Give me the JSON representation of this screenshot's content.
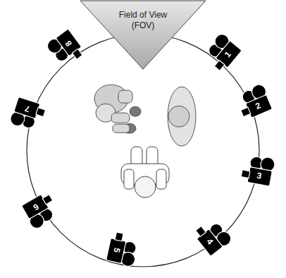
{
  "diagram": {
    "nodes": [
      {
        "text": [
          "Field of View (FOV)"
        ]
      },
      {
        "text": [
          "1"
        ]
      },
      {
        "text": [
          "2"
        ]
      },
      {
        "text": [
          "3"
        ]
      },
      {
        "text": [
          "4"
        ]
      },
      {
        "text": [
          "5"
        ]
      },
      {
        "text": [
          "6"
        ]
      },
      {
        "text": [
          "7"
        ]
      },
      {
        "text": [
          "8"
        ]
      }
    ]
  }
}
